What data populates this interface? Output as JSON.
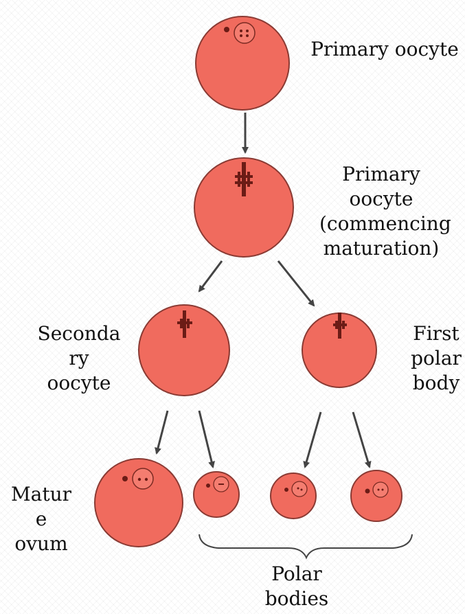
{
  "labels": {
    "primary_oocyte": "Primary oocyte",
    "primary_oocyte_commencing": "Primary\noocyte\n(commencing\nmaturation)",
    "secondary_oocyte": "Seconda\nry\noocyte",
    "first_polar_body": "First\npolar\nbody",
    "mature_ovum": "Matur\ne\novum",
    "polar_bodies": "Polar\nbodies"
  },
  "colors": {
    "cell_fill": "#f06b5e",
    "cell_stroke": "#8a3a33",
    "nucleus_stroke": "#7a2a22",
    "chromosome": "#6b1c16",
    "arrow": "#444444"
  }
}
